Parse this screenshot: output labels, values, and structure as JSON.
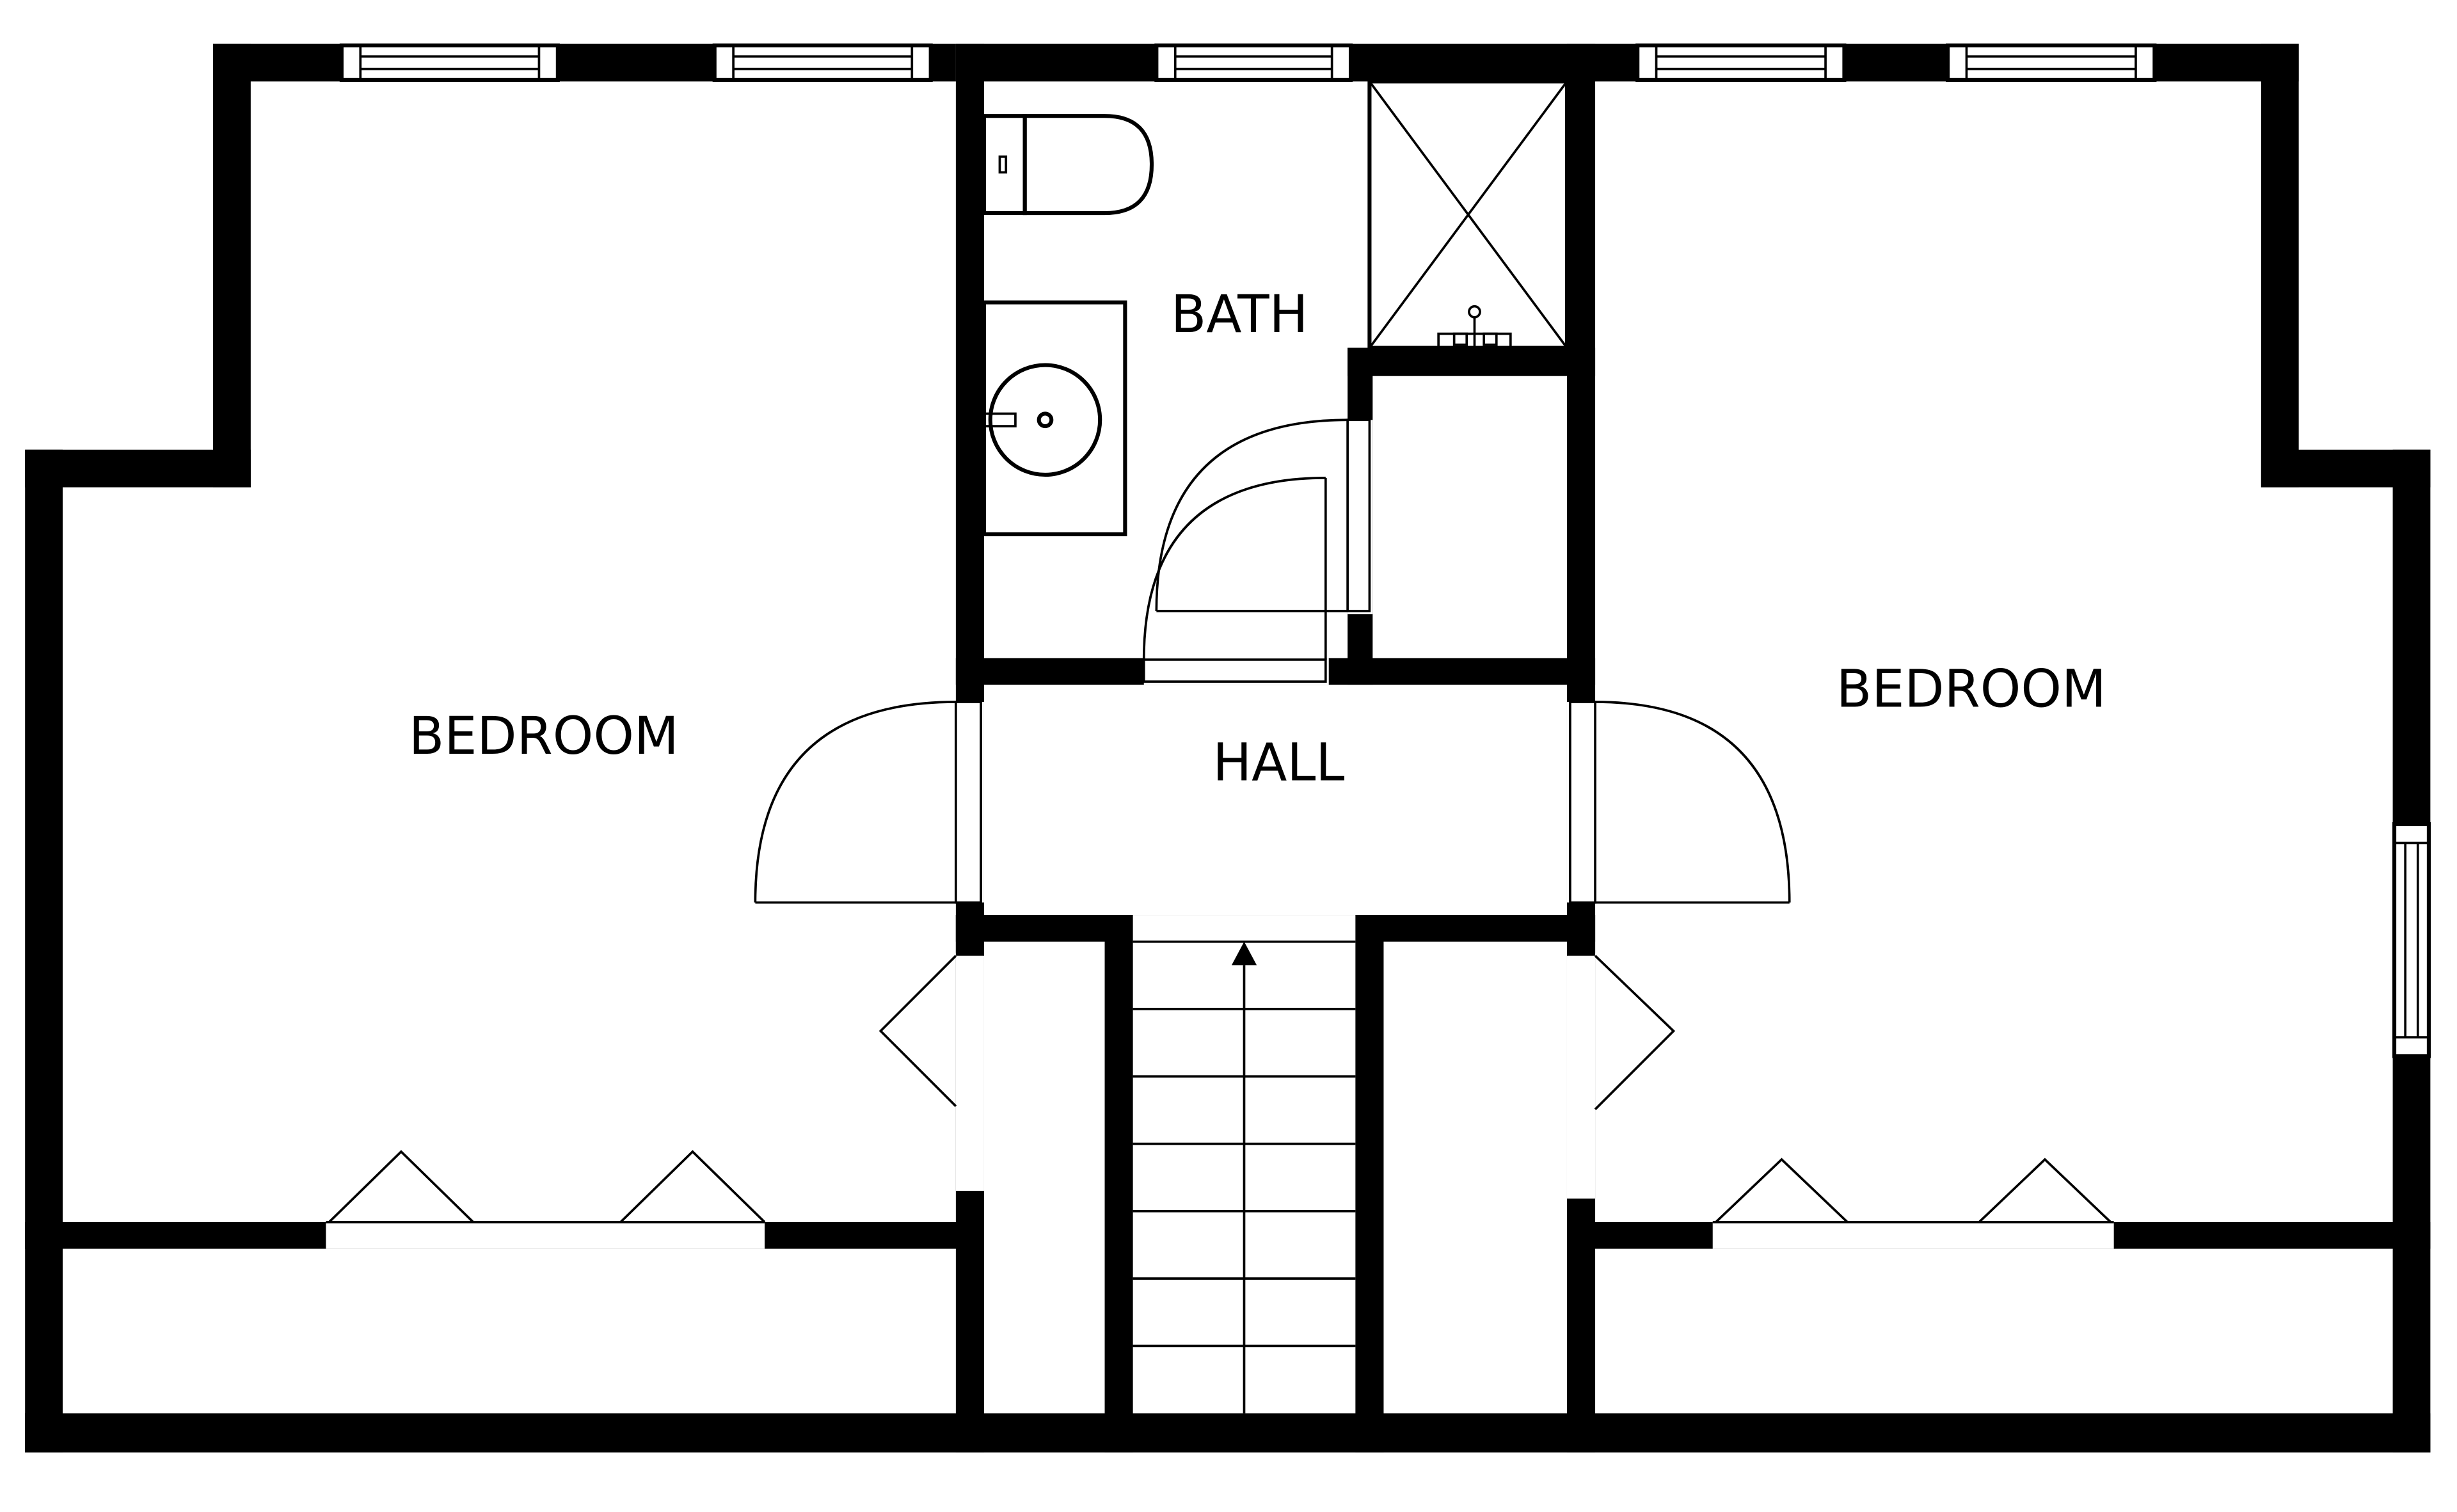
{
  "rooms": {
    "bedroom_left": "BEDROOM",
    "bath": "BATH",
    "hall": "HALL",
    "bedroom_right": "BEDROOM"
  },
  "colors": {
    "wall": "#000000",
    "background": "#ffffff"
  }
}
